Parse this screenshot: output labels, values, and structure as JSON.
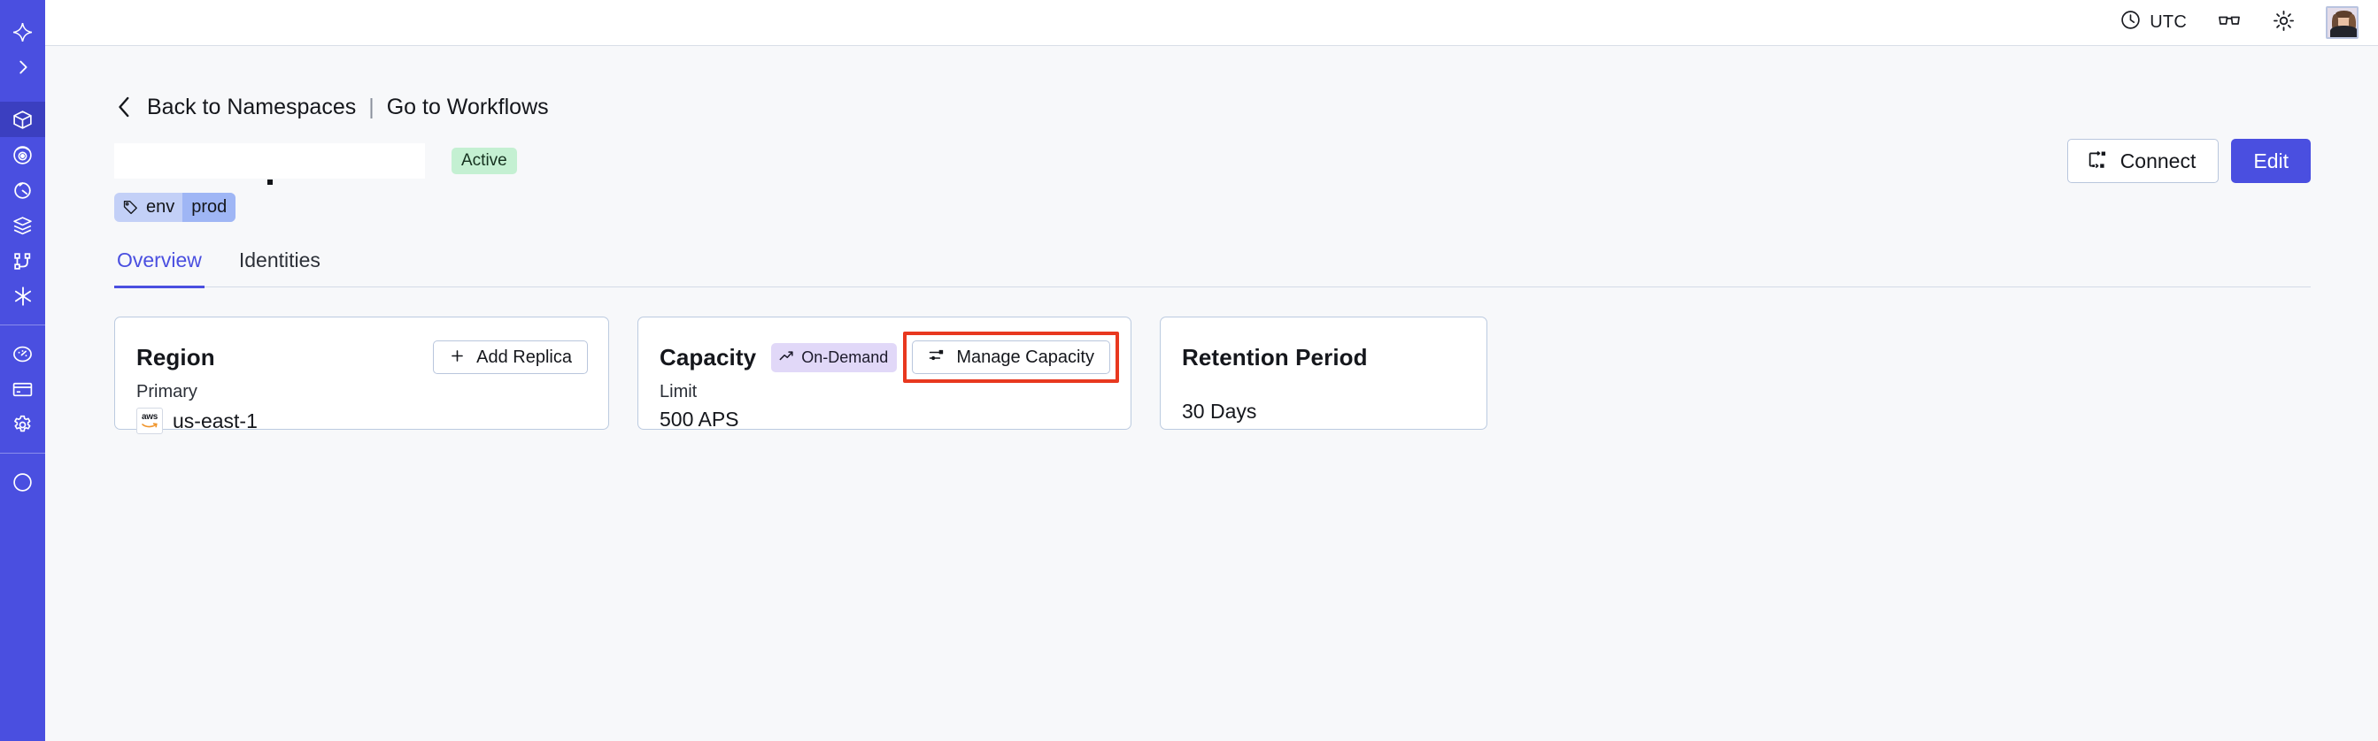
{
  "sidebar": {
    "items": [
      {
        "name": "logo-icon",
        "label": "Temporal Logo"
      },
      {
        "name": "expand-icon",
        "label": "Expand Navigation"
      },
      {
        "name": "namespaces-icon",
        "label": "Namespaces"
      },
      {
        "name": "observability-icon",
        "label": "Observability"
      },
      {
        "name": "history-icon",
        "label": "Schedules"
      },
      {
        "name": "layers-icon",
        "label": "Nexus"
      },
      {
        "name": "workflows-icon",
        "label": "Workflows"
      },
      {
        "name": "integrations-icon",
        "label": "Integrations"
      },
      {
        "name": "usage-icon",
        "label": "Usage"
      },
      {
        "name": "billing-icon",
        "label": "Billing"
      },
      {
        "name": "settings-icon",
        "label": "Settings"
      }
    ]
  },
  "topbar": {
    "timezone": "UTC",
    "clock_icon": "clock-icon",
    "glasses_icon": "glasses-icon",
    "theme_icon": "sun-icon",
    "avatar": "user-avatar"
  },
  "breadcrumb": {
    "back_icon": "chevron-left-icon",
    "back_label": "Back to Namespaces",
    "separator": "|",
    "forward_label": "Go to Workflows"
  },
  "header": {
    "title": "",
    "status_badge": "Active",
    "connect_label": "Connect",
    "connect_icon": "connect-icon",
    "edit_label": "Edit",
    "tag": {
      "icon": "tag-icon",
      "key": "env",
      "value": "prod"
    }
  },
  "tabs": [
    {
      "label": "Overview",
      "active": true
    },
    {
      "label": "Identities",
      "active": false
    }
  ],
  "cards": {
    "region": {
      "title": "Region",
      "action_label": "Add Replica",
      "action_icon": "plus-icon",
      "sub_label": "Primary",
      "provider_icon": "aws-logo",
      "provider_text": "aws",
      "value": "us-east-1"
    },
    "capacity": {
      "title": "Capacity",
      "badge_label": "On-Demand",
      "badge_icon": "trending-up-icon",
      "action_label": "Manage Capacity",
      "action_icon": "sliders-icon",
      "sub_label": "Limit",
      "value": "500 APS",
      "highlighted": true
    },
    "retention": {
      "title": "Retention Period",
      "value": "30 Days"
    }
  },
  "colors": {
    "accent": "#4a4fe0",
    "page_bg": "#f7f8fa",
    "card_border": "#bccbe0",
    "badge_active_bg": "#c4f0d2",
    "badge_ondemand_bg": "#e1d8f8",
    "tag_bg": "#c3d0f7",
    "tag_value_bg": "#9fb6f5",
    "highlight_red": "#e8381f"
  }
}
